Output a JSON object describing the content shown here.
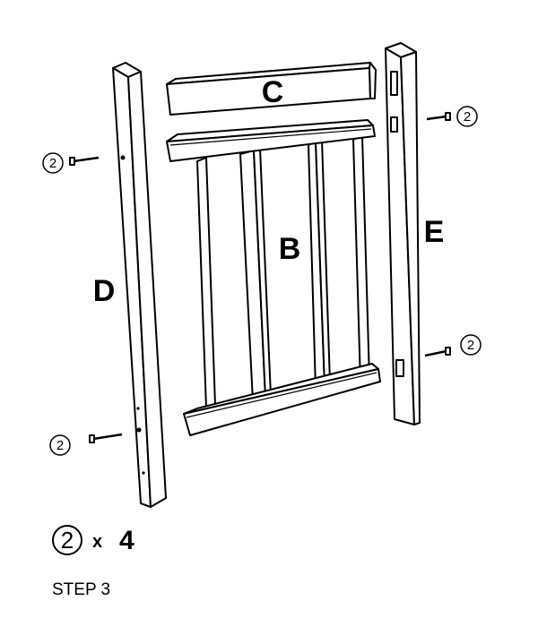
{
  "parts": {
    "b": "B",
    "c": "C",
    "d": "D",
    "e": "E"
  },
  "callouts": {
    "screw_left_top": "2",
    "screw_left_bottom": "2",
    "screw_right_top": "2",
    "screw_right_bottom": "2"
  },
  "quantity": {
    "item": "2",
    "multiplier": "x",
    "count": "4"
  },
  "step_label": "STEP 3",
  "colors": {
    "line": "#000000",
    "background": "#ffffff"
  },
  "icons": [
    "screw-icon",
    "numbered-circle-icon"
  ]
}
